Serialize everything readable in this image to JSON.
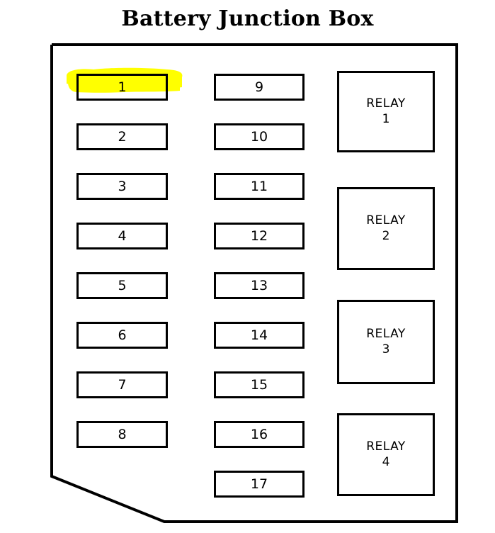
{
  "diagram": {
    "title": "Battery Junction Box",
    "type": "fuse-box-layout",
    "colors": {
      "outline": "#000000",
      "background": "#ffffff",
      "highlight": "#ffff00",
      "text": "#000000"
    },
    "chassis": {
      "shape": "rectangle-with-chamfered-bottom-left-corner",
      "description": "Outer battery junction box outline"
    },
    "highlight": {
      "target": "fuse-1",
      "color": "#ffff00",
      "style": "marker-stroke"
    },
    "fuse_column_1": [
      {
        "label": "1"
      },
      {
        "label": "2"
      },
      {
        "label": "3"
      },
      {
        "label": "4"
      },
      {
        "label": "5"
      },
      {
        "label": "6"
      },
      {
        "label": "7"
      },
      {
        "label": "8"
      }
    ],
    "fuse_column_2": [
      {
        "label": "9"
      },
      {
        "label": "10"
      },
      {
        "label": "11"
      },
      {
        "label": "12"
      },
      {
        "label": "13"
      },
      {
        "label": "14"
      },
      {
        "label": "15"
      },
      {
        "label": "16"
      },
      {
        "label": "17"
      }
    ],
    "relays": [
      {
        "word": "RELAY",
        "number": "1"
      },
      {
        "word": "RELAY",
        "number": "2"
      },
      {
        "word": "RELAY",
        "number": "3"
      },
      {
        "word": "RELAY",
        "number": "4"
      }
    ]
  }
}
